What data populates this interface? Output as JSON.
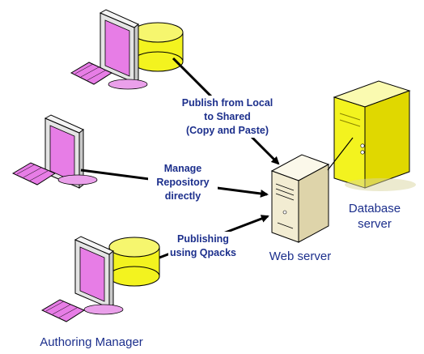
{
  "diagram": {
    "colors": {
      "label": "#1c2f8c",
      "monitor_body": "#e8e8e8",
      "screen": "#e77de6",
      "keyboard": "#e77de6",
      "disk": "#f3f31f",
      "server_light": "#f5f0dc",
      "db_server": "#f3f31f",
      "connector": "#000000"
    },
    "labels": {
      "publish_from_local": [
        "Publish from Local",
        "to Shared",
        "(Copy and Paste)"
      ],
      "manage_repository": [
        "Manage",
        "Repository",
        "directly"
      ],
      "publishing_qpacks": [
        "Publishing",
        "using Qpacks"
      ],
      "web_server": "Web server",
      "database_server": [
        "Database",
        "server"
      ],
      "authoring_manager": "Authoring Manager"
    }
  }
}
